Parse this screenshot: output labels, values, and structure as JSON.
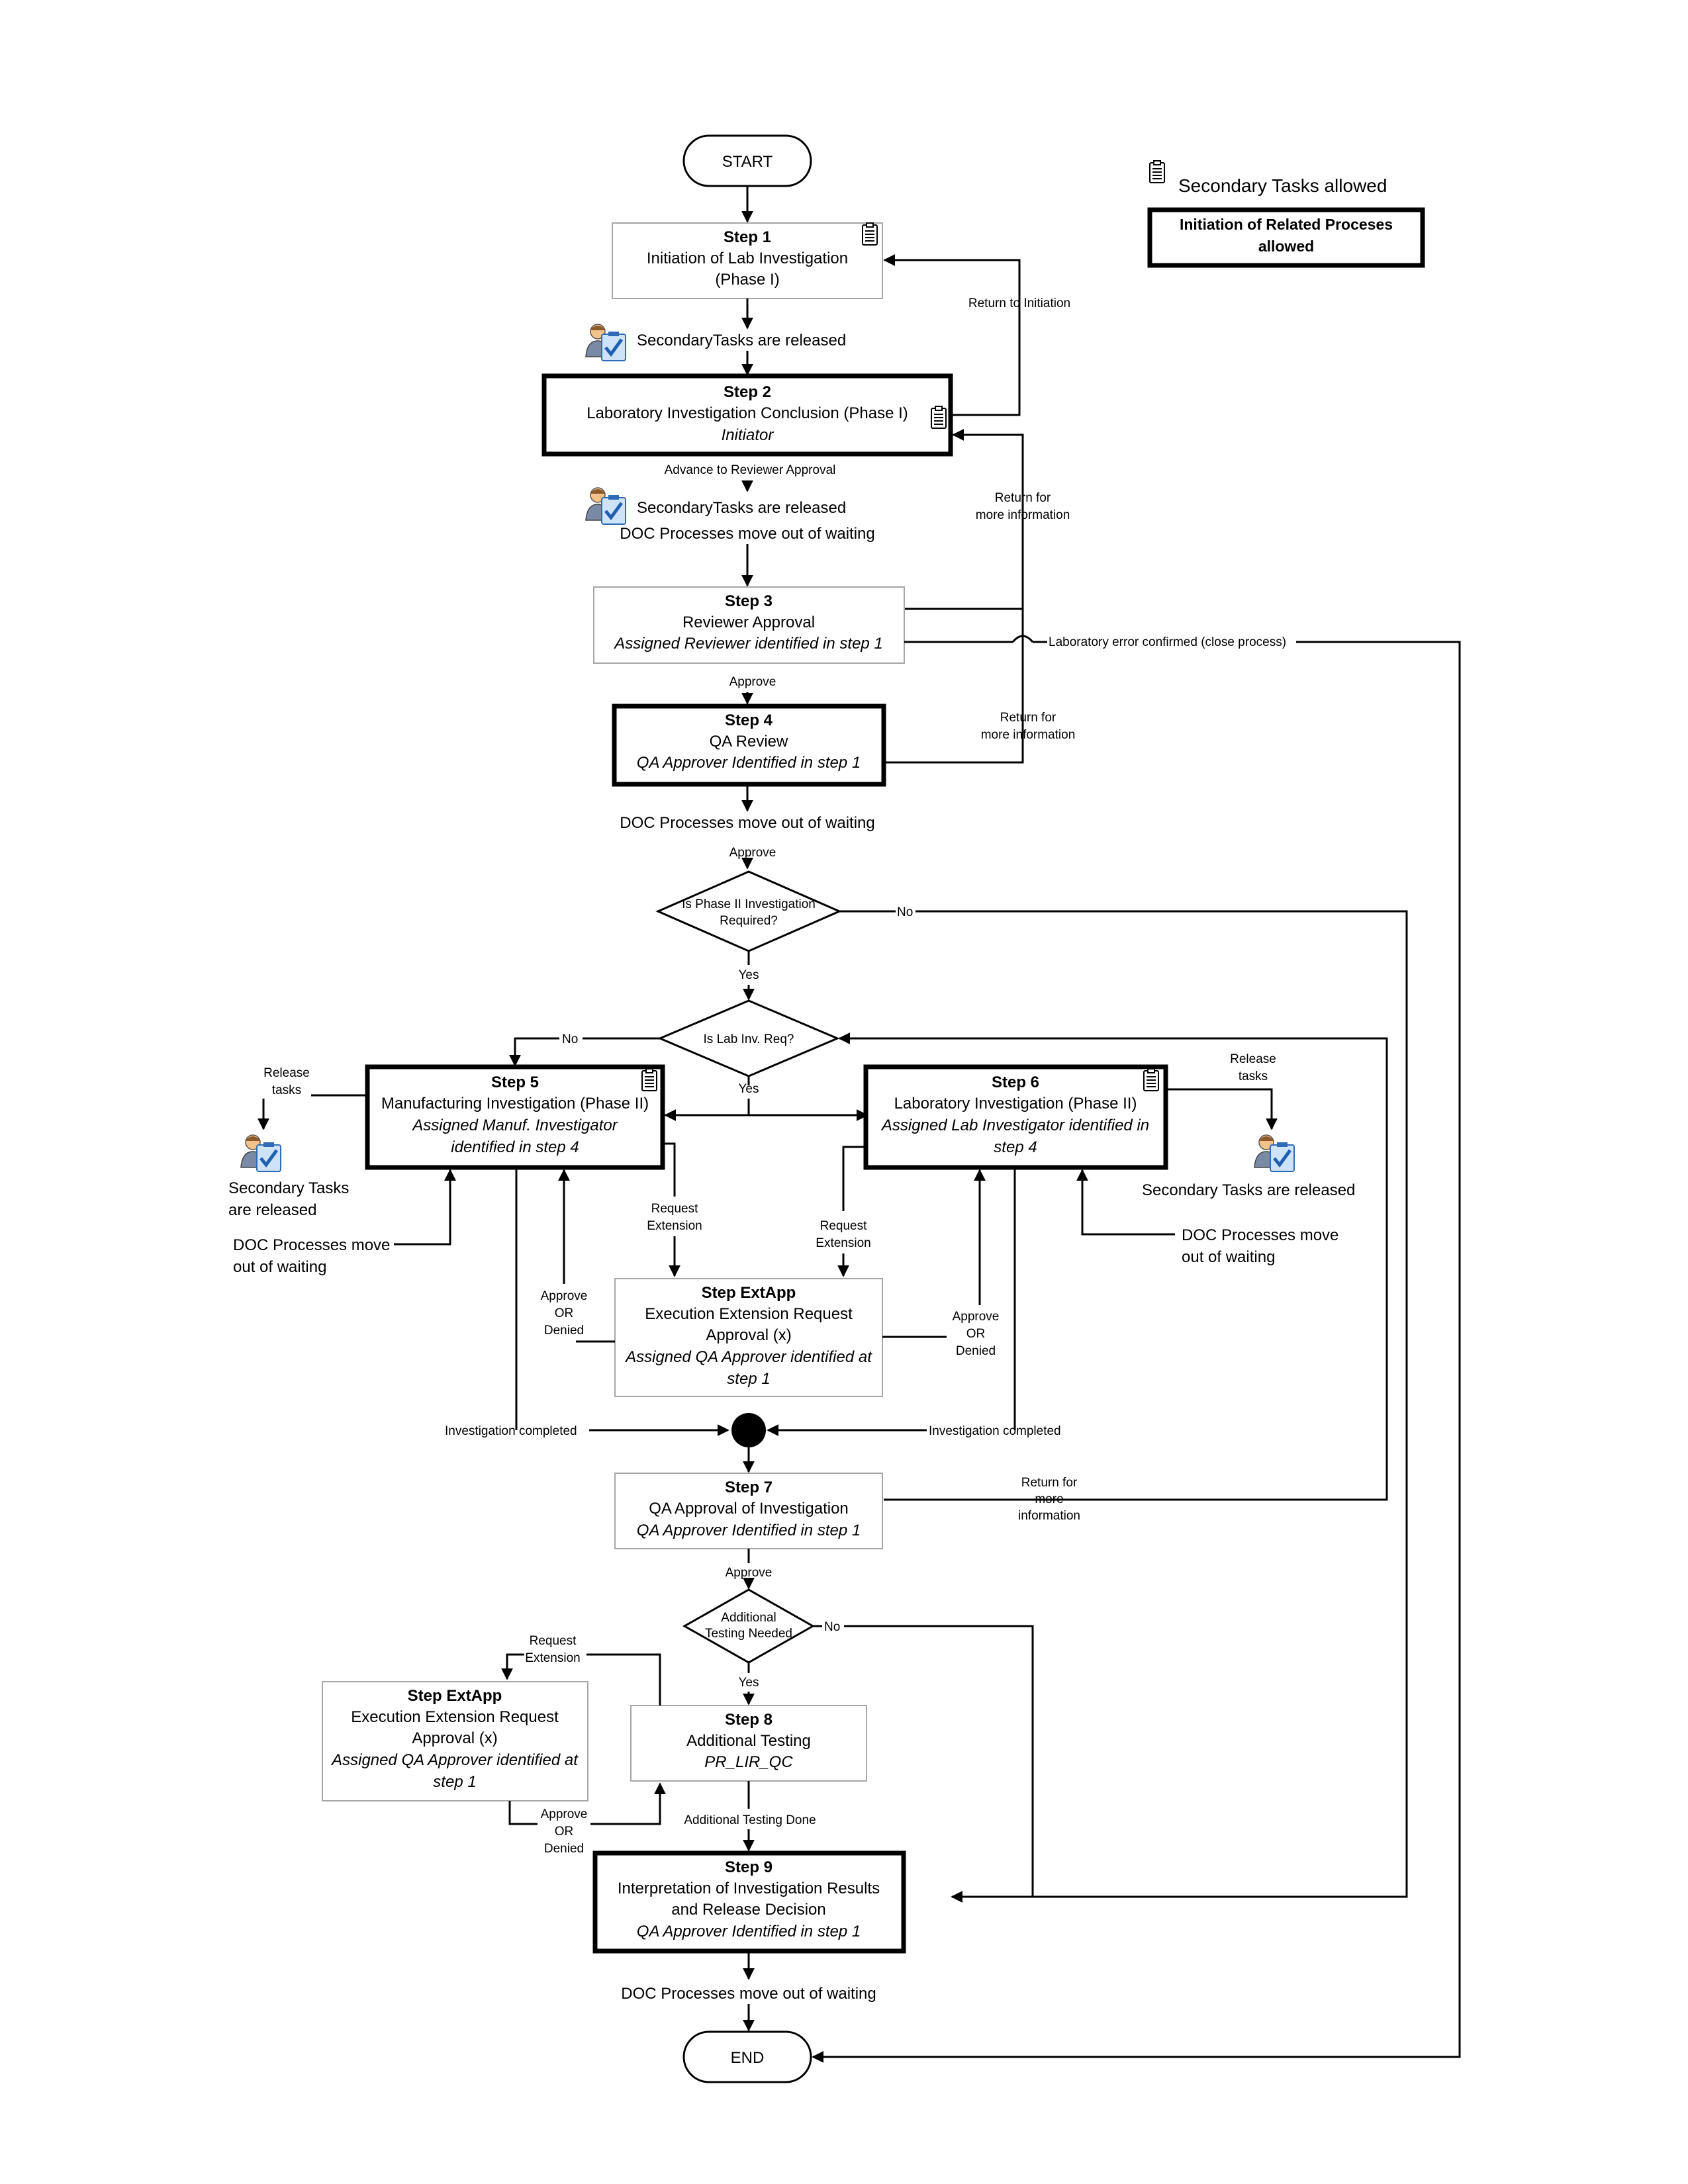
{
  "legend": {
    "secondary_tasks_allowed": "Secondary Tasks allowed",
    "related_processes": [
      "Initiation of Related Proceses",
      "allowed"
    ]
  },
  "nodes": {
    "start": "START",
    "end": "END",
    "step1": {
      "title": "Step 1",
      "lines": [
        "Initiation of Lab Investigation",
        "(Phase I)"
      ]
    },
    "step2": {
      "title": "Step 2",
      "lines": [
        "Laboratory Investigation Conclusion (Phase I)"
      ],
      "role": "Initiator"
    },
    "step3": {
      "title": "Step 3",
      "lines": [
        "Reviewer Approval"
      ],
      "role": "Assigned Reviewer identified in step 1"
    },
    "step4": {
      "title": "Step 4",
      "lines": [
        "QA Review"
      ],
      "role": "QA Approver Identified in step 1"
    },
    "step5": {
      "title": "Step 5",
      "lines": [
        "Manufacturing Investigation (Phase II)"
      ],
      "role": [
        "Assigned Manuf. Investigator",
        "identified in step 4"
      ]
    },
    "step6": {
      "title": "Step 6",
      "lines": [
        "Laboratory Investigation (Phase II)"
      ],
      "role": [
        "Assigned Lab Investigator identified in",
        "step 4"
      ]
    },
    "step_extapp_1": {
      "title": "Step ExtApp",
      "lines": [
        "Execution Extension Request",
        "Approval (x)"
      ],
      "role": [
        "Assigned QA Approver identified at",
        "step 1"
      ]
    },
    "step7": {
      "title": "Step 7",
      "lines": [
        "QA Approval of Investigation"
      ],
      "role": "QA Approver Identified in step 1"
    },
    "step8": {
      "title": "Step 8",
      "lines": [
        "Additional Testing"
      ],
      "role": "PR_LIR_QC"
    },
    "step_extapp_2": {
      "title": "Step ExtApp",
      "lines": [
        "Execution Extension Request",
        "Approval (x)"
      ],
      "role": [
        "Assigned QA Approver identified at",
        "step 1"
      ]
    },
    "step9": {
      "title": "Step 9",
      "lines": [
        "Interpretation of Investigation Results",
        "and Release Decision"
      ],
      "role": "QA Approver Identified in step 1"
    }
  },
  "decisions": {
    "phase2": [
      "Is Phase II Investigation",
      "Required?"
    ],
    "lab_inv": "Is Lab Inv. Req?",
    "additional_testing": [
      "Additional",
      "Testing Needed"
    ]
  },
  "labels": {
    "secondary_released_1": "SecondaryTasks are released",
    "secondary_released_2": "SecondaryTasks are released",
    "doc_move_1": "DOC Processes move out of waiting",
    "advance_reviewer": "Advance to Reviewer Approval",
    "return_initiation": "Return to Initiation",
    "return_more_info_1": [
      "Return for",
      "more information"
    ],
    "return_more_info_2": [
      "Return for",
      "more information"
    ],
    "lab_error": "Laboratory error confirmed (close process)",
    "approve_1": "Approve",
    "doc_move_2": "DOC Processes move out of waiting",
    "approve_2": "Approve",
    "no_1": "No",
    "yes_1": "Yes",
    "no_2": "No",
    "yes_2": "Yes",
    "release_tasks_left": [
      "Release",
      "tasks"
    ],
    "release_tasks_right": [
      "Release",
      "tasks"
    ],
    "secondary_left": [
      "Secondary Tasks",
      "are released"
    ],
    "secondary_right": "Secondary Tasks are released",
    "doc_left": [
      "DOC Processes move",
      "out of waiting"
    ],
    "doc_right": [
      "DOC Processes move",
      "out of waiting"
    ],
    "request_ext_left": [
      "Request",
      "Extension"
    ],
    "request_ext_right": [
      "Request",
      "Extension"
    ],
    "approve_denied_left": [
      "Approve",
      "OR",
      "Denied"
    ],
    "approve_denied_right": [
      "Approve",
      "OR",
      "Denied"
    ],
    "inv_completed_left": "Investigation completed",
    "inv_completed_right": "Investigation completed",
    "return_more_info_3": [
      "Return for",
      "more",
      "information"
    ],
    "approve_3": "Approve",
    "no_3": "No",
    "yes_3": "Yes",
    "request_ext_bottom": [
      "Request",
      "Extension"
    ],
    "approve_denied_bottom": [
      "Approve",
      "OR",
      "Denied"
    ],
    "additional_done": "Additional Testing Done",
    "doc_move_3": "DOC Processes move out of waiting"
  },
  "icons": [
    "clipboard-icon",
    "person-checklist-icon",
    "merge-node-icon"
  ]
}
